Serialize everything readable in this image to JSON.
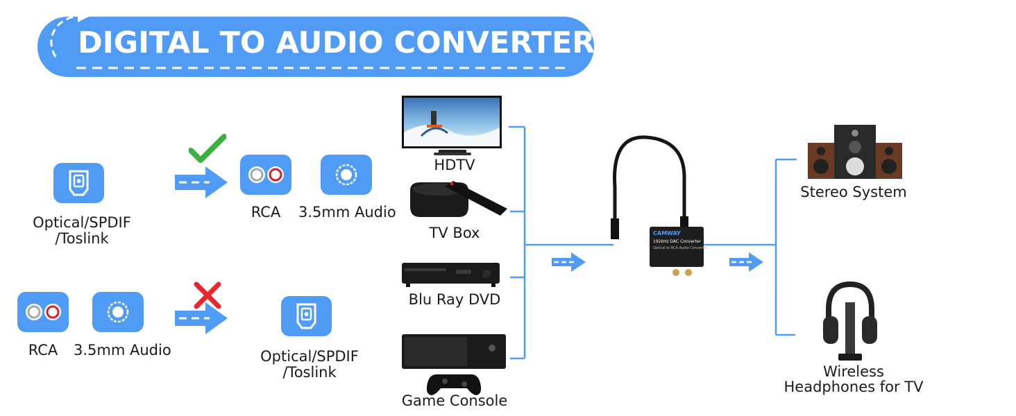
{
  "title": "DIGITAL TO AUDIO CONVERTER",
  "colors": {
    "accent": "#4f9bf5",
    "line": "#4f9bf5",
    "check": "#3cb043",
    "cross": "#e8262d"
  },
  "supported": {
    "input_label": "Optical/SPDIF\n/Toslink",
    "status_icon": "check-icon",
    "outputs": [
      "RCA",
      "3.5mm Audio"
    ]
  },
  "unsupported": {
    "inputs": [
      "RCA",
      "3.5mm Audio"
    ],
    "status_icon": "cross-icon",
    "output_label": "Optical/SPDIF\n/Toslink"
  },
  "sources": [
    "HDTV",
    "TV Box",
    "Blu Ray DVD",
    "Game Console"
  ],
  "converter": {
    "brand": "CAMWAY",
    "model": "192kHz DAC Converter",
    "subtitle": "Optical to RCA Audio Converter"
  },
  "outputs": [
    "Stereo System",
    "Wireless\nHeadphones for TV"
  ]
}
